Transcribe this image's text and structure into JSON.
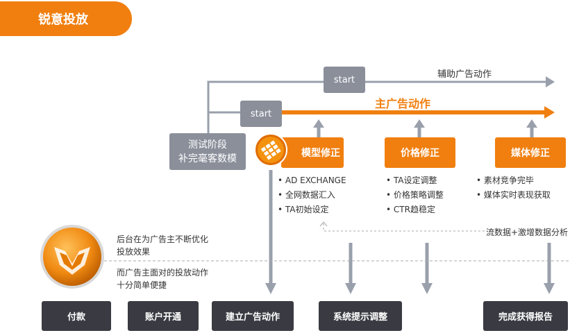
{
  "title": "锐意投放",
  "start_top": "start",
  "start_main": "start",
  "assist_action": "辅助广告动作",
  "main_action": "主广告动作",
  "test_stage": [
    "测试阶段",
    "补完毫客数模"
  ],
  "fix_boxes": {
    "model": "模型修正",
    "price": "价格修正",
    "media": "媒体修正"
  },
  "model_bullets": [
    "• AD EXCHANGE",
    "• 全网数据汇入",
    "• TA初始设定"
  ],
  "price_bullets": [
    "• TA设定调整",
    "• 价格策略调整",
    "• CTR趋稳定"
  ],
  "media_bullets": [
    "• 素材竞争完毕",
    "• 媒体实时表现获取"
  ],
  "flow_analysis": "流数据+激增数据分析",
  "backend_text": [
    "后台在为广告主不断优化",
    "投放效果"
  ],
  "frontend_text": [
    "而广告主面对的投放动作",
    "十分简单便捷"
  ],
  "bottom_steps": {
    "pay": "付款",
    "account": "账户开通",
    "build": "建立广告动作",
    "hint": "系统提示调整",
    "report": "完成获得报告"
  },
  "colors": {
    "orange": "#f07f0f",
    "grey": "#8a8f9a",
    "dark": "#3a3b42",
    "arrow": "#9aa0ab"
  }
}
